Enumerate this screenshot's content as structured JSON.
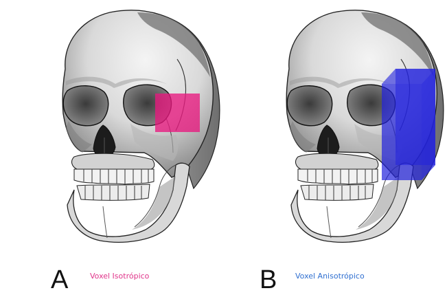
{
  "panels": [
    {
      "letter": "A",
      "caption": "Voxel Isotrópico",
      "caption_color": "#e0348a",
      "voxel_fill": "#e8187f",
      "voxel_type": "isotropic"
    },
    {
      "letter": "B",
      "caption": "Voxel Anisotrópico",
      "caption_color": "#2f6fd0",
      "voxel_fill": "#2222dd",
      "voxel_type": "anisotropic"
    }
  ]
}
